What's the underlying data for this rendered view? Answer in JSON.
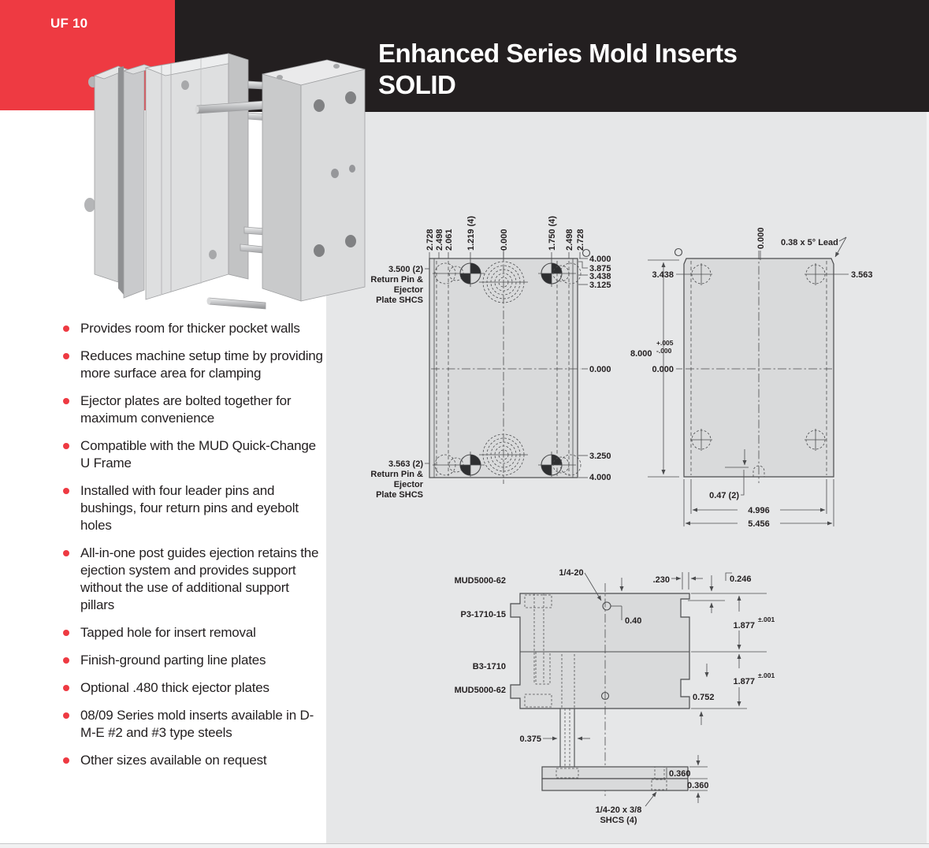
{
  "colors": {
    "accent_red": "#ee3a42",
    "header_black": "#231f20",
    "panel_gray": "#e6e7e8",
    "line": "#4b4c4e"
  },
  "page": {
    "code": "UF 10",
    "title_line1": "Enhanced Series Mold Inserts",
    "title_line2": "SOLID"
  },
  "bullets": [
    "Provides room for thicker pocket walls",
    "Reduces machine setup time by providing more surface area for clamping",
    "Ejector plates are bolted together for maximum convenience",
    "Compatible with the MUD Quick-Change U Frame",
    "Installed with four leader pins and bushings, four return pins and eyebolt holes",
    "All-in-one post guides ejection retains the ejection system and provides support without the use of additional support pillars",
    "Tapped hole for insert removal",
    "Finish-ground parting line plates",
    "Optional .480 thick ejector plates",
    "08/09 Series mold inserts available in D-M-E #2 and #3 type steels",
    "Other sizes available on request"
  ],
  "front_view": {
    "top_dims": [
      "2.728",
      "2.498",
      "2.061",
      "1.219 (4)",
      "0.000",
      "1.750 (4)",
      "2.498",
      "2.728"
    ],
    "right_dims": [
      "4.000",
      "3.875",
      "3.438",
      "3.125",
      "0.000",
      "3.250",
      "4.000"
    ],
    "callout_top": {
      "l1": "3.500 (2)",
      "l2": "Return Pin &",
      "l3": "Ejector",
      "l4": "Plate SHCS"
    },
    "callout_bottom": {
      "l1": "3.563 (2)",
      "l2": "Return Pin &",
      "l3": "Ejector",
      "l4": "Plate SHCS"
    }
  },
  "side_view": {
    "top_dim": "0.000",
    "lead_note": "0.38 x 5° Lead",
    "hole_left": "3.438",
    "hole_right": "3.563",
    "height": "8.000",
    "tol_plus": "+.005",
    "tol_minus": "-.000",
    "mid": "0.000",
    "notch": "0.47 (2)",
    "width_inner": "4.996",
    "width_outer": "5.456"
  },
  "section_view": {
    "labels": [
      "MUD5000-62",
      "P3-1710-15",
      "B3-1710",
      "MUD5000-62"
    ],
    "tap": "1/4-20",
    "dim_230": ".230",
    "dim_246": "0.246",
    "dim_40": "0.40",
    "plate_a": "1.877",
    "plate_a_tol": "±.001",
    "plate_b": "1.877",
    "plate_b_tol": "±.001",
    "dim_752": "0.752",
    "dim_375": "0.375",
    "dim_360a": "0.360",
    "dim_360b": "0.360",
    "shcs_l1": "1/4-20 x 3/8",
    "shcs_l2": "SHCS (4)"
  }
}
